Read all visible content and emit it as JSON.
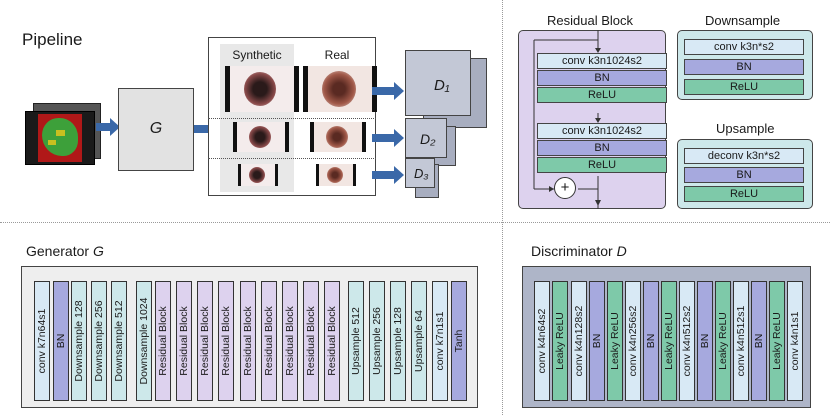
{
  "pipeline": {
    "title": "Pipeline",
    "g_label": "G",
    "synthetic_label": "Synthetic",
    "real_label": "Real",
    "d_labels": [
      "D₁",
      "D₂",
      "D₃"
    ]
  },
  "residual_block": {
    "title": "Residual Block",
    "layers": [
      "conv k3n1024s2",
      "BN",
      "ReLU",
      "conv k3n1024s2",
      "BN",
      "ReLU"
    ],
    "add_symbol": "+"
  },
  "downsample": {
    "title": "Downsample",
    "layers": [
      "conv k3n*s2",
      "BN",
      "ReLU"
    ]
  },
  "upsample": {
    "title": "Upsample",
    "layers": [
      "deconv k3n*s2",
      "BN",
      "ReLU"
    ]
  },
  "generator": {
    "title": "Generator",
    "title_var": "G",
    "layers": [
      "conv k7n64s1",
      "BN",
      "Downsample 128",
      "Downsample 256",
      "Downsample 512",
      "Downsample 1024",
      "Residual Block",
      "Residual Block",
      "Residual Block",
      "Residual Block",
      "Residual Block",
      "Residual Block",
      "Residual Block",
      "Residual Block",
      "Residual Block",
      "Upsample 512",
      "Upsample 256",
      "Upsample 128",
      "Upsample 64",
      "conv k7n1s1",
      "Tanh"
    ]
  },
  "discriminator": {
    "title": "Discriminator",
    "title_var": "D",
    "layers": [
      "conv k4n64s2",
      "Leaky ReLU",
      "conv k4n128s2",
      "BN",
      "Leaky ReLU",
      "conv k4n256s2",
      "BN",
      "Leaky ReLU",
      "conv k4n512s2",
      "BN",
      "Leaky ReLU",
      "conv k4n512s1",
      "BN",
      "Leaky ReLU",
      "conv k4n1s1"
    ]
  },
  "colors": {
    "conv": "#d8e9f5",
    "bn": "#a6a9de",
    "residual": "#ddd2ee",
    "relu": "#7ec9a9",
    "generator_bg": "#eeeeee",
    "discriminator_bg": "#aeb5c8",
    "arrow": "#3a68a8"
  }
}
